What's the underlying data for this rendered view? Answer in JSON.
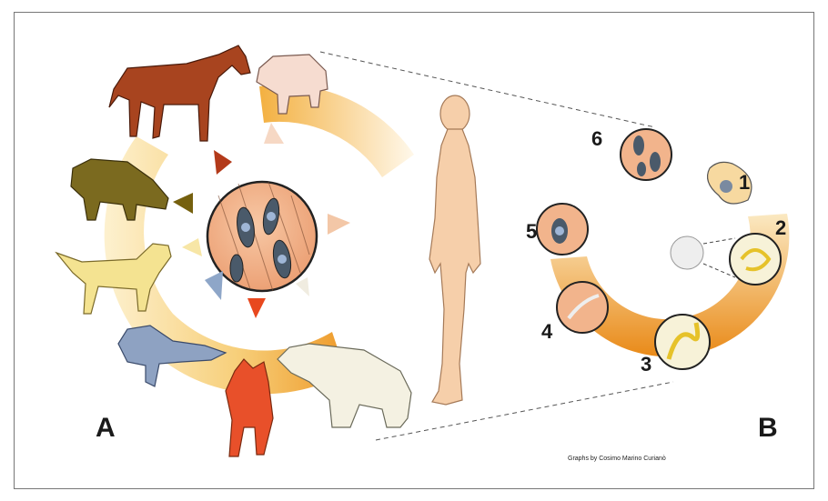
{
  "panels": {
    "a_label": "A",
    "b_label": "B"
  },
  "stages": [
    "1",
    "2",
    "3",
    "4",
    "5",
    "6"
  ],
  "credit": "Graphs by Cosimo Marino Curianò",
  "hosts": [
    "horse",
    "pig",
    "wild boar",
    "dog",
    "walrus",
    "fox",
    "polar bear",
    "human"
  ],
  "colors": {
    "ring_dark": "#e8901e",
    "ring_light": "#fdf3d8",
    "muscle": "#f2b48c",
    "human_skin": "#f6cfaa",
    "horse": "#a8441f",
    "boar": "#7b6a1f",
    "dog": "#f4e391",
    "walrus": "#8ea2c2",
    "fox": "#e8502a",
    "bear": "#f4f1e2",
    "pig": "#f6dcd0"
  }
}
